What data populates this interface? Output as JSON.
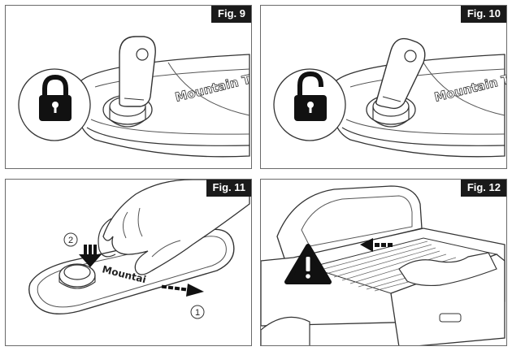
{
  "figures": [
    {
      "label": "Fig. 9",
      "icon": "padlock-closed-icon",
      "brand": "Mountain T"
    },
    {
      "label": "Fig. 10",
      "icon": "padlock-open-icon",
      "brand": "Mountain T"
    },
    {
      "label": "Fig. 11",
      "steps": [
        "1",
        "2"
      ],
      "brand": "Mountai"
    },
    {
      "label": "Fig. 12",
      "icon": "warning-icon"
    }
  ],
  "colors": {
    "label_bg": "#1a1a1a",
    "icon_fill": "#111111",
    "line": "#333333"
  }
}
